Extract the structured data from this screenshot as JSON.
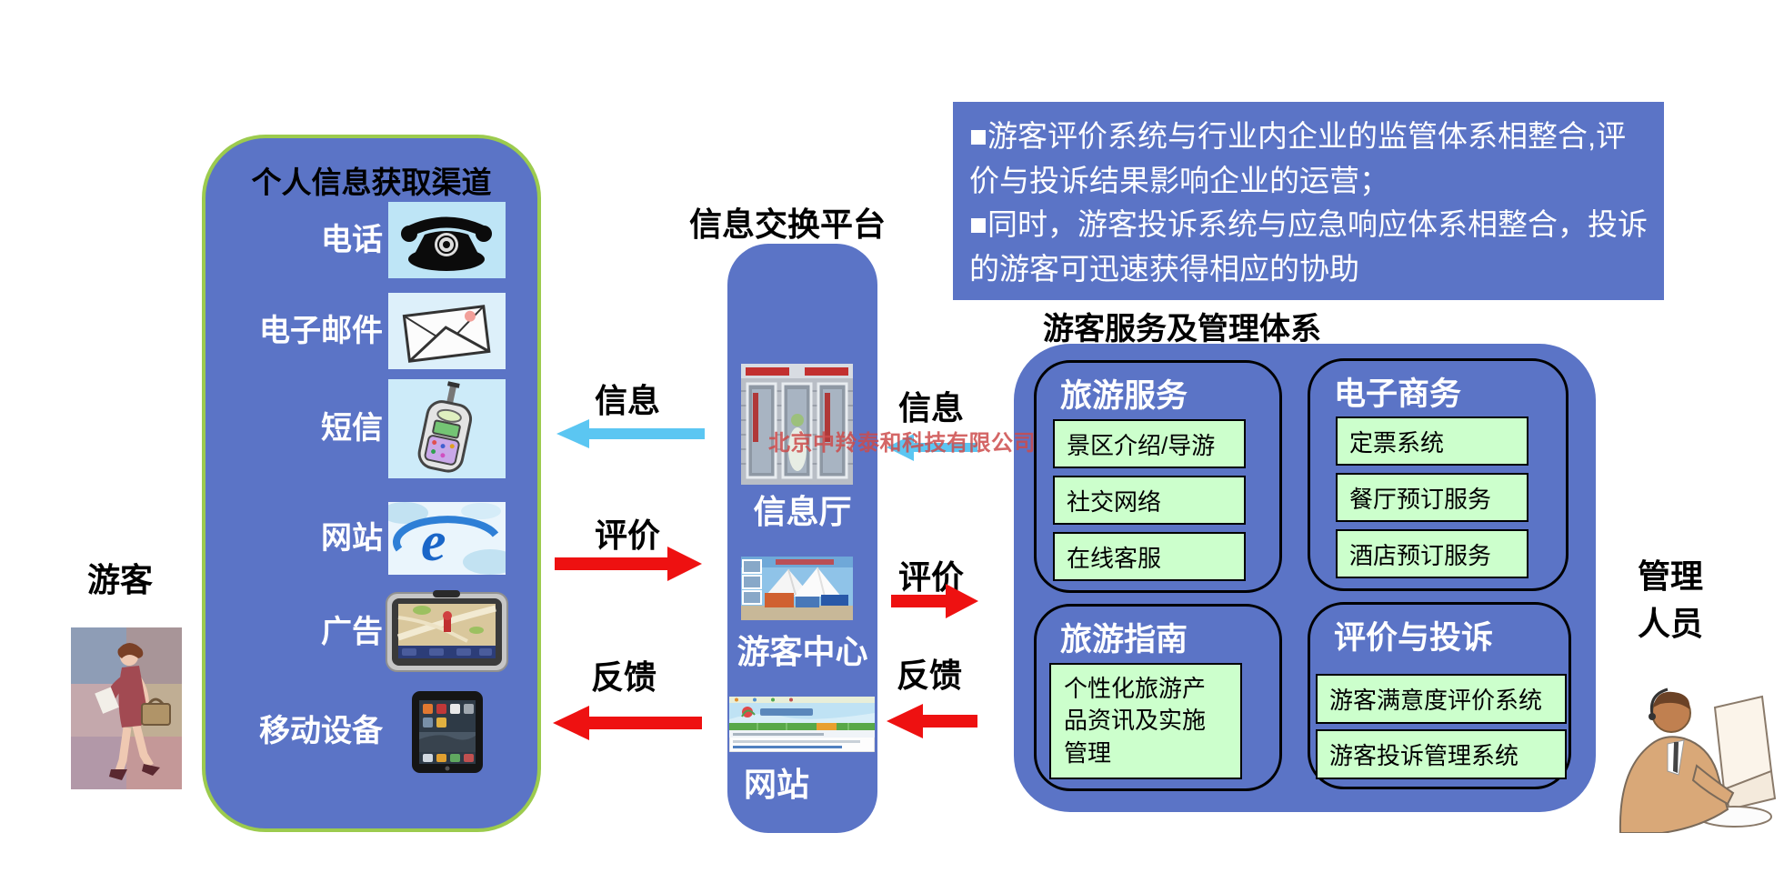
{
  "colors": {
    "panel_blue": "#5B74C6",
    "panel_border_green": "#9CCB4E",
    "item_green": "#CCFFCC",
    "arrow_blue": "#5BC6F2",
    "arrow_red": "#EE1111",
    "watermark_red": "#CD4B4B"
  },
  "watermark": "北京中羚泰和科技有限公司",
  "top_note": {
    "bullet": "■",
    "items": [
      "游客评价系统与行业内企业的监管体系相整合,评价与投诉结果影响企业的运营；",
      "同时，游客投诉系统与应急响应体系相整合，投诉的游客可迅速获得相应的协助"
    ]
  },
  "people": {
    "tourist_label": "游客",
    "manager_line1": "管理",
    "manager_line2": "人员"
  },
  "channels": {
    "title": "个人信息获取渠道",
    "items": [
      {
        "label": "电话",
        "icon": "rotary-phone-icon"
      },
      {
        "label": "电子邮件",
        "icon": "envelope-icon"
      },
      {
        "label": "短信",
        "icon": "mobile-phone-icon"
      },
      {
        "label": "网站",
        "icon": "ie-browser-icon"
      },
      {
        "label": "广告",
        "icon": "gps-device-icon"
      },
      {
        "label": "移动设备",
        "icon": "tablet-icon"
      }
    ]
  },
  "platform": {
    "title": "信息交换平台",
    "nodes": [
      {
        "label": "信息厅",
        "photo": "info-hall-photo"
      },
      {
        "label": "游客中心",
        "photo": "visitor-center-photo"
      },
      {
        "label": "网站",
        "photo": "website-photo"
      }
    ]
  },
  "flows": {
    "left": [
      {
        "label": "信息",
        "direction": "left",
        "color": "blue"
      },
      {
        "label": "评价",
        "direction": "right",
        "color": "red"
      },
      {
        "label": "反馈",
        "direction": "left",
        "color": "red"
      }
    ],
    "right": [
      {
        "label": "信息",
        "direction": "left",
        "color": "blue"
      },
      {
        "label": "评价",
        "direction": "right",
        "color": "red"
      },
      {
        "label": "反馈",
        "direction": "left",
        "color": "red"
      }
    ]
  },
  "system": {
    "title": "游客服务及管理体系",
    "groups": [
      {
        "title": "旅游服务",
        "items": [
          "景区介绍/导游",
          "社交网络",
          "在线客服"
        ]
      },
      {
        "title": "电子商务",
        "items": [
          "定票系统",
          "餐厅预订服务",
          "酒店预订服务"
        ]
      },
      {
        "title": "旅游指南",
        "items": [
          "个性化旅游产品资讯及实施管理"
        ]
      },
      {
        "title": "评价与投诉",
        "items": [
          "游客满意度评价系统",
          "游客投诉管理系统"
        ]
      }
    ]
  }
}
